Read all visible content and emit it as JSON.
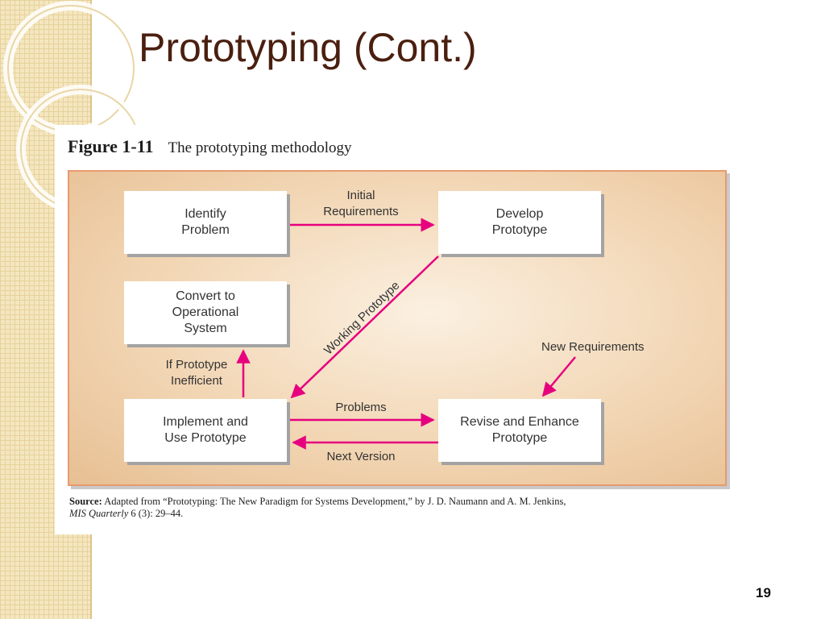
{
  "slide": {
    "title": "Prototyping (Cont.)",
    "page_number": "19"
  },
  "figure": {
    "number": "Figure 1-11",
    "caption": "The prototyping methodology",
    "nodes": {
      "identify": [
        "Identify",
        "Problem"
      ],
      "develop": [
        "Develop",
        "Prototype"
      ],
      "convert": [
        "Convert to",
        "Operational",
        "System"
      ],
      "implement": [
        "Implement and",
        "Use Prototype"
      ],
      "revise": [
        "Revise and Enhance",
        "Prototype"
      ]
    },
    "edges": {
      "initial_requirements": [
        "Initial",
        "Requirements"
      ],
      "working_prototype": "Working Prototype",
      "if_inefficient": [
        "If Prototype",
        "Inefficient"
      ],
      "new_requirements": "New Requirements",
      "problems": "Problems",
      "next_version": "Next Version"
    },
    "source": {
      "label": "Source:",
      "text_1": "Adapted from “Prototyping: The New Paradigm for Systems Development,” by J. D. Naumann and A. M. Jenkins,",
      "journal": "MIS Quarterly",
      "text_2": "6 (3): 29–44."
    }
  },
  "colors": {
    "arrow": "#e6007e",
    "title": "#4a1f0f",
    "diagram_border": "#e79a6f"
  }
}
